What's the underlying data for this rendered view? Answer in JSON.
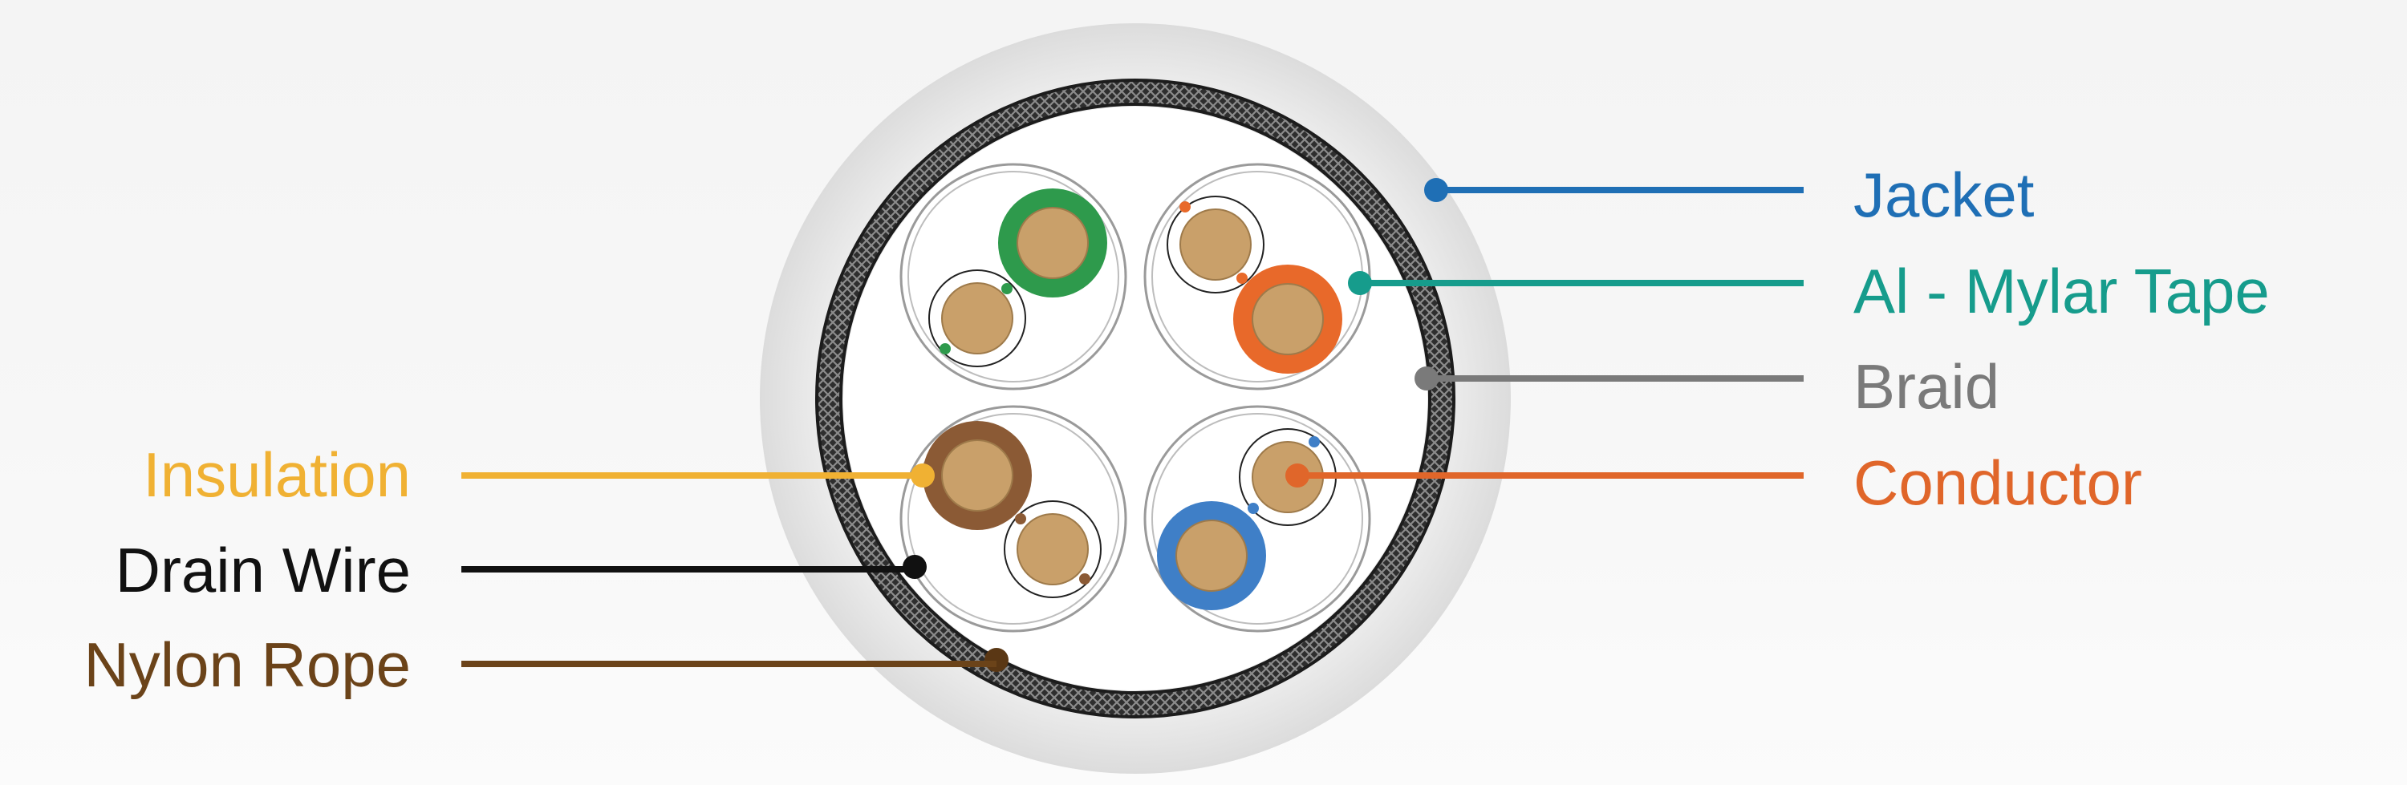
{
  "labels": {
    "jacket": "Jacket",
    "mylar": "Al - Mylar Tape",
    "braid": "Braid",
    "conductor": "Conductor",
    "insulation": "Insulation",
    "drain_wire": "Drain Wire",
    "nylon_rope": "Nylon Rope"
  },
  "colors": {
    "jacket": "#1f6fb5",
    "mylar": "#169c8c",
    "braid": "#7a7a7a",
    "conductor": "#e0662a",
    "insulation": "#f0b133",
    "drain_wire": "#111111",
    "nylon_rope": "#6b4319",
    "copper": "#c9a06a",
    "pair_green": "#2e9a4c",
    "pair_orange": "#e8692a",
    "pair_brown": "#8b5a35",
    "pair_blue": "#3f7fc7"
  }
}
